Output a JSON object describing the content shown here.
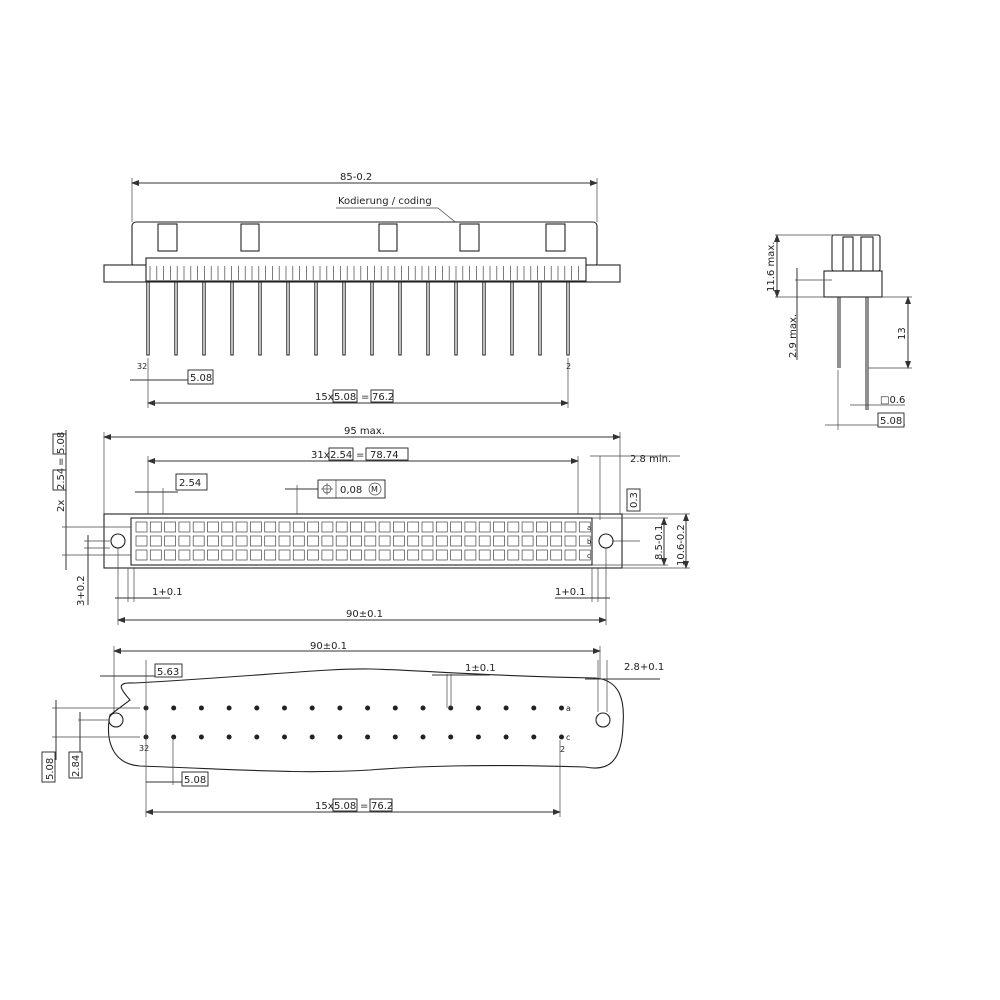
{
  "colors": {
    "line": "#222222",
    "background": "#ffffff"
  },
  "top_view": {
    "overall_length": "85-0.2",
    "coding_label": "Kodierung / coding",
    "pin_label_left": "32",
    "pin_label_right": "2",
    "pitch": "5.08",
    "pitch_count_prefix": "15x",
    "pitch_box": "5.08",
    "equals": "=",
    "total": "76.2"
  },
  "front_view": {
    "overall_width": "95 max.",
    "pitch_count_prefix": "31x",
    "pitch_box": "2.54",
    "equals": "=",
    "total": "78.74",
    "pitch": "2.54",
    "position_tolerance": "0,08",
    "modifier": "M",
    "flange_min": "2.8 min.",
    "flange_thickness": "0.3",
    "row_height": "8.5-0.1",
    "body_height": "10.6-0.2",
    "row_pitch_prefix": "2x",
    "row_pitch_box": "2.54",
    "row_pitch_total": "5.08",
    "hole_offset": "3+0.2",
    "gap_left": "1+0.1",
    "gap_right": "1+0.1",
    "hole_spacing": "90±0.1",
    "row_labels": [
      "a",
      "b",
      "c"
    ]
  },
  "side_view": {
    "height": "11.6 max.",
    "flange": "2.9 max.",
    "pin_length": "13",
    "pin_square": "□0.6",
    "pin_spacing": "5.08"
  },
  "footprint_view": {
    "hole_spacing": "90±0.1",
    "edge_offset": "5.63",
    "slot_width": "1±0.1",
    "hole_diameter": "2.8+0.1",
    "row_spacing": "5.08",
    "hole_row_offset": "2.84",
    "pitch": "5.08",
    "pitch_count_prefix": "15x",
    "pitch_box": "5.08",
    "equals": "=",
    "total": "76.2",
    "row_label_a": "a",
    "row_label_c": "c",
    "pin_label_left": "32",
    "pin_label_right": "2"
  }
}
